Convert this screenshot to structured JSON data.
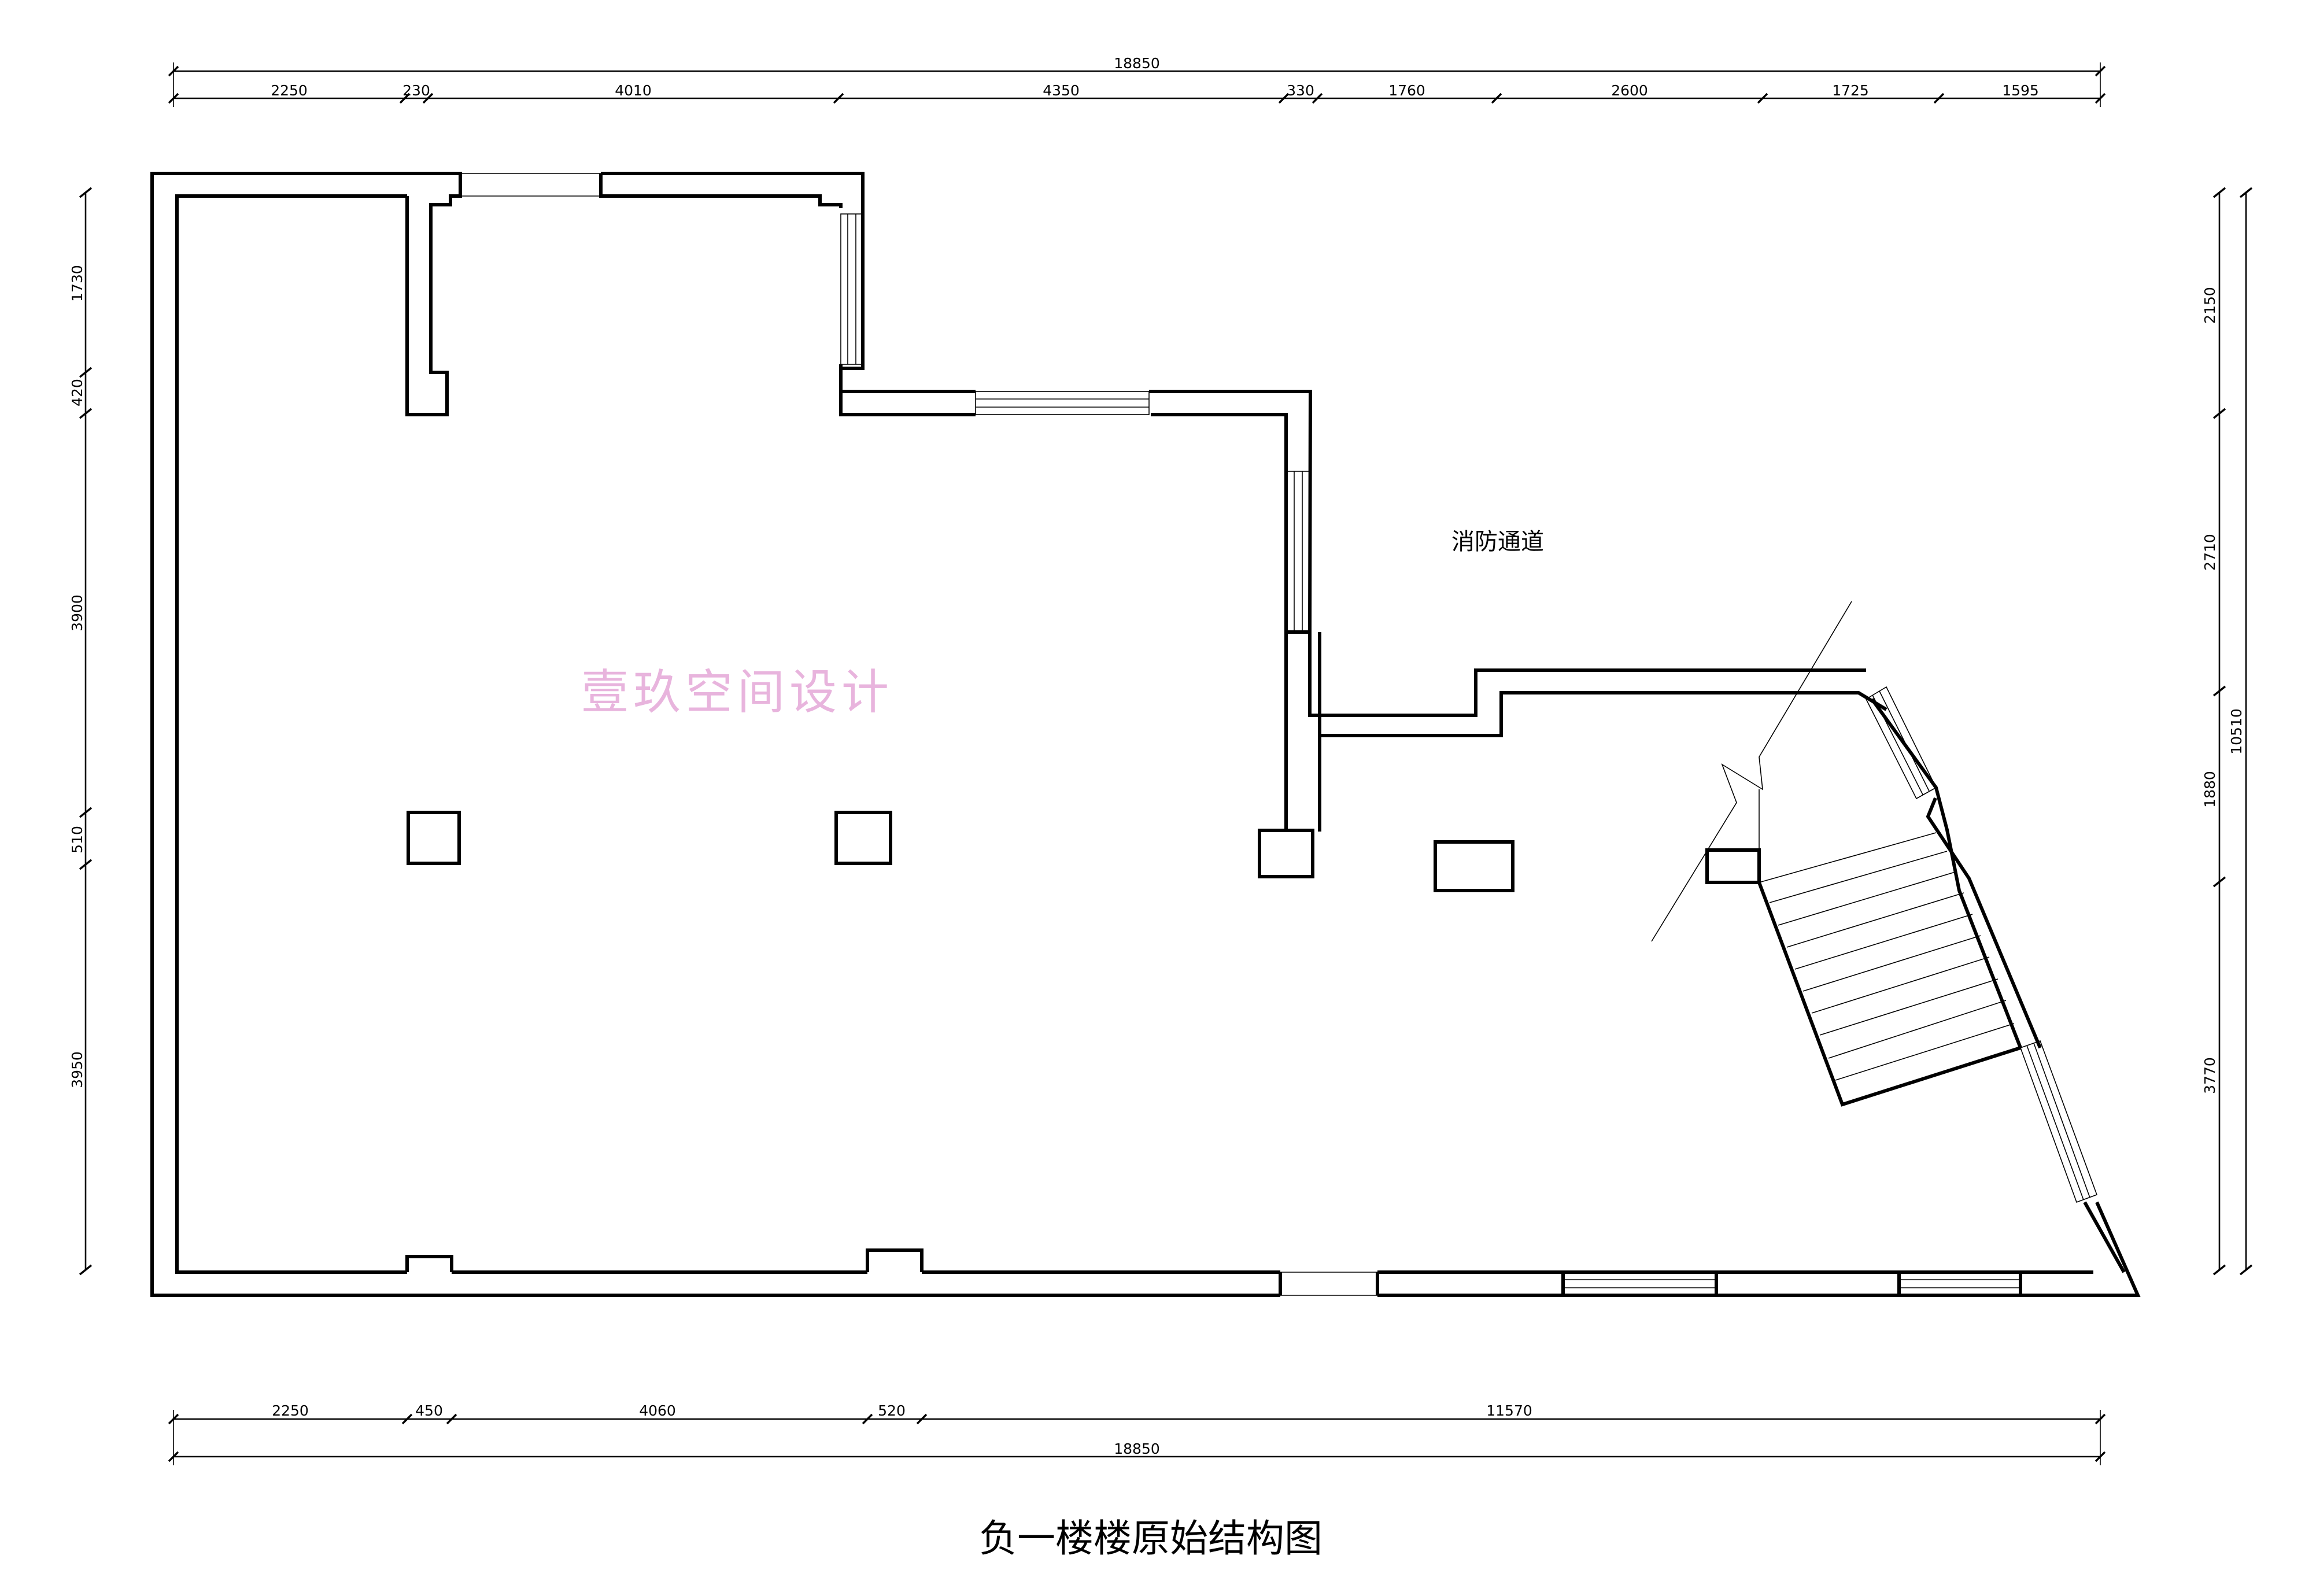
{
  "drawing": {
    "title": "负一楼楼原始结构图",
    "room_label": "消防通道",
    "watermark": "壹玖空间设计"
  },
  "dimensions": {
    "top_overall": "18850",
    "top_segments": [
      "2250",
      "230",
      "4010",
      "4350",
      "330",
      "1760",
      "2600",
      "1725",
      "1595"
    ],
    "bottom_segments": [
      "2250",
      "450",
      "4060",
      "520",
      "11570"
    ],
    "bottom_overall": "18850",
    "left_segments": [
      "1730",
      "420",
      "3900",
      "510",
      "3950"
    ],
    "right_segments": [
      "2150",
      "2710",
      "1880",
      "3770"
    ],
    "right_overall": "10510"
  },
  "colors": {
    "line": "#000000",
    "watermark": "#e8b4dd",
    "background": "#ffffff"
  }
}
